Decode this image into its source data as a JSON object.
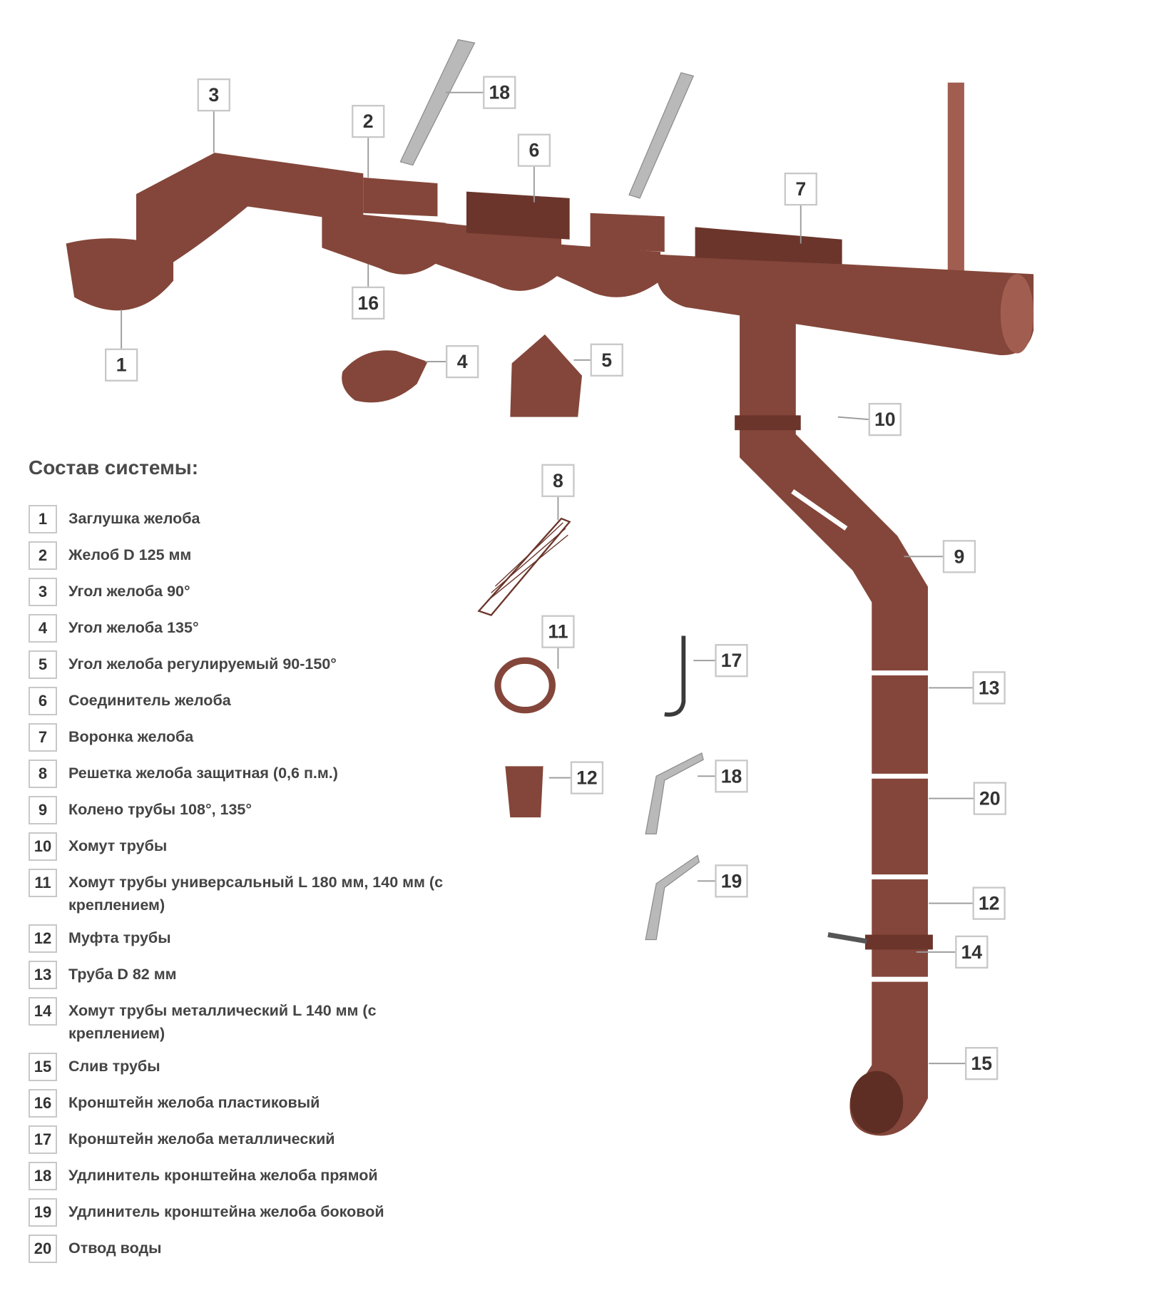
{
  "legend": {
    "title": "Состав системы:",
    "items": [
      {
        "num": "1",
        "text": "Заглушка желоба"
      },
      {
        "num": "2",
        "text": "Желоб D 125 мм"
      },
      {
        "num": "3",
        "text": "Угол желоба 90°"
      },
      {
        "num": "4",
        "text": "Угол желоба 135°"
      },
      {
        "num": "5",
        "text": "Угол желоба регулируемый 90-150°"
      },
      {
        "num": "6",
        "text": "Соединитель желоба"
      },
      {
        "num": "7",
        "text": "Воронка желоба"
      },
      {
        "num": "8",
        "text": "Решетка желоба защитная (0,6 п.м.)"
      },
      {
        "num": "9",
        "text": "Колено трубы 108°, 135°"
      },
      {
        "num": "10",
        "text": "Хомут трубы"
      },
      {
        "num": "11",
        "text": "Хомут трубы универсальный L 180 мм, 140 мм (с креплением)"
      },
      {
        "num": "12",
        "text": "Муфта трубы"
      },
      {
        "num": "13",
        "text": "Труба D 82 мм"
      },
      {
        "num": "14",
        "text": "Хомут трубы металлический L 140 мм (с креплением)"
      },
      {
        "num": "15",
        "text": "Слив трубы"
      },
      {
        "num": "16",
        "text": "Кронштейн желоба пластиковый"
      },
      {
        "num": "17",
        "text": "Кронштейн желоба металлический"
      },
      {
        "num": "18",
        "text": "Удлинитель кронштейна желоба прямой"
      },
      {
        "num": "19",
        "text": "Удлинитель кронштейна желоба боковой"
      },
      {
        "num": "20",
        "text": "Отвод воды"
      }
    ]
  },
  "diagram": {
    "labels": [
      "3",
      "18",
      "2",
      "6",
      "7",
      "16",
      "1",
      "4",
      "5",
      "10",
      "8",
      "9",
      "11",
      "17",
      "13",
      "12",
      "18",
      "20",
      "19",
      "12",
      "14",
      "15"
    ],
    "colors": {
      "product": "#84463a",
      "label_border": "#c8c8c8",
      "text": "#3d3d3d"
    }
  }
}
